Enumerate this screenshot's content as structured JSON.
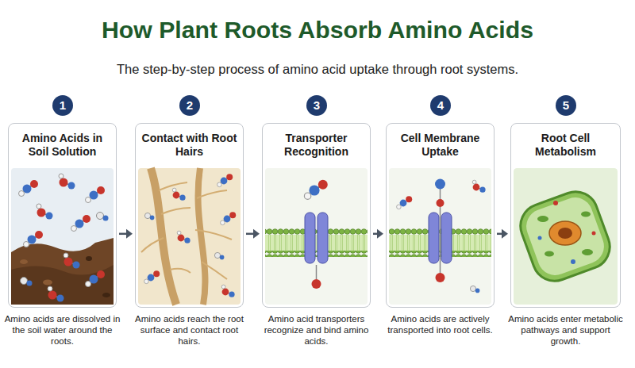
{
  "diagram": {
    "title": "How Plant Roots Absorb Amino Acids",
    "nodes": [
      {
        "text": [
          "Amino Acids in Soil Solution",
          "Amino acids are dissolved in the soil water around the roots."
        ]
      },
      {
        "text": [
          "Contact with Root Hairs",
          "Amino acids reach the root surface and contact root hairs."
        ]
      },
      {
        "text": [
          "Transporter Recognition",
          "Amino acid transporters recognize and bind amino acids."
        ]
      },
      {
        "text": [
          "Cell Membrane Uptake",
          "Amino acids are actively transported into root cells."
        ]
      },
      {
        "text": [
          "Root Cell Metabolism",
          "Amino acids enter metabolic pathways and support growth."
        ]
      }
    ],
    "edges": [
      {
        "from": 0,
        "to": 1,
        "arrow": "to"
      },
      {
        "from": 1,
        "to": 2,
        "arrow": "to"
      },
      {
        "from": 2,
        "to": 3,
        "arrow": "to"
      },
      {
        "from": 3,
        "to": 4,
        "arrow": "to"
      }
    ],
    "labels": [
      "The step-by-step process of amino acid uptake through root systems.",
      "1",
      "2",
      "3",
      "4",
      "5"
    ]
  }
}
